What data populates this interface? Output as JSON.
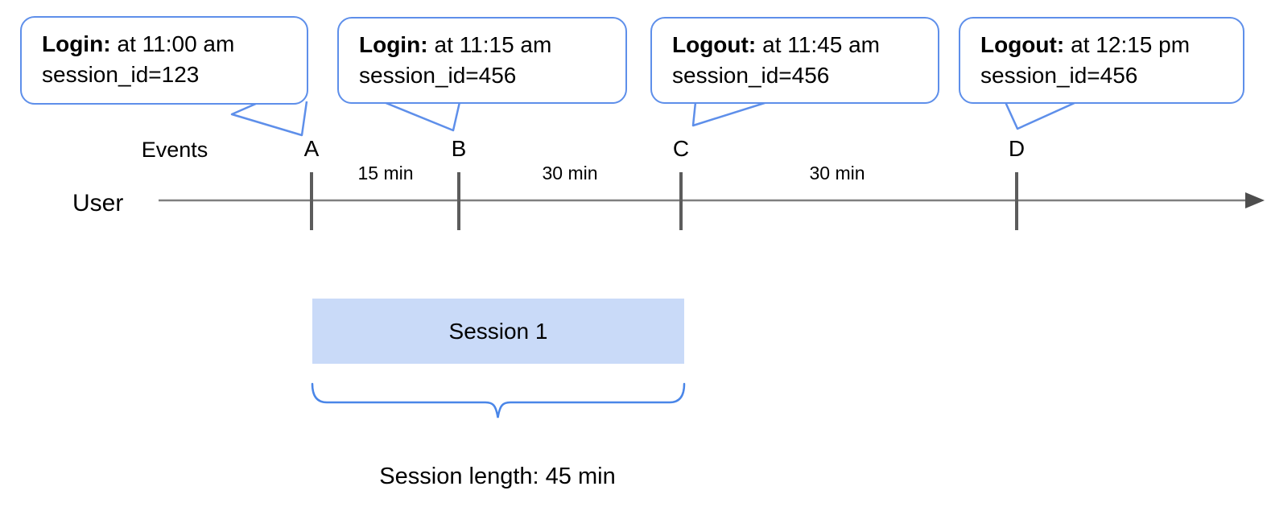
{
  "colors": {
    "callout_border": "#5e8fea",
    "session_fill": "#c9daf8",
    "brace": "#4a86e8",
    "timeline_line": "#7f7f7f",
    "tick": "#5c5c5c",
    "text": "#000000"
  },
  "callouts": [
    {
      "event": "Login:",
      "time": "at 11:00 am",
      "session_id": "session_id=123"
    },
    {
      "event": "Login:",
      "time": "at 11:15 am",
      "session_id": "session_id=456"
    },
    {
      "event": "Logout:",
      "time": "at 11:45 am",
      "session_id": "session_id=456"
    },
    {
      "event": "Logout:",
      "time": "at 12:15 pm",
      "session_id": "session_id=456"
    }
  ],
  "timeline": {
    "events_label": "Events",
    "user_label": "User",
    "event_markers": [
      "A",
      "B",
      "C",
      "D"
    ],
    "intervals": [
      "15 min",
      "30 min",
      "30 min"
    ]
  },
  "session": {
    "box_label": "Session 1",
    "length_label": "Session length: 45 min"
  }
}
